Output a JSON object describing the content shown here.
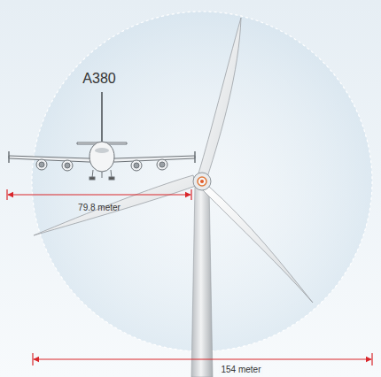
{
  "diagram": {
    "labels": [
      "A380",
      "79.8 meter",
      "154 meter"
    ]
  }
}
